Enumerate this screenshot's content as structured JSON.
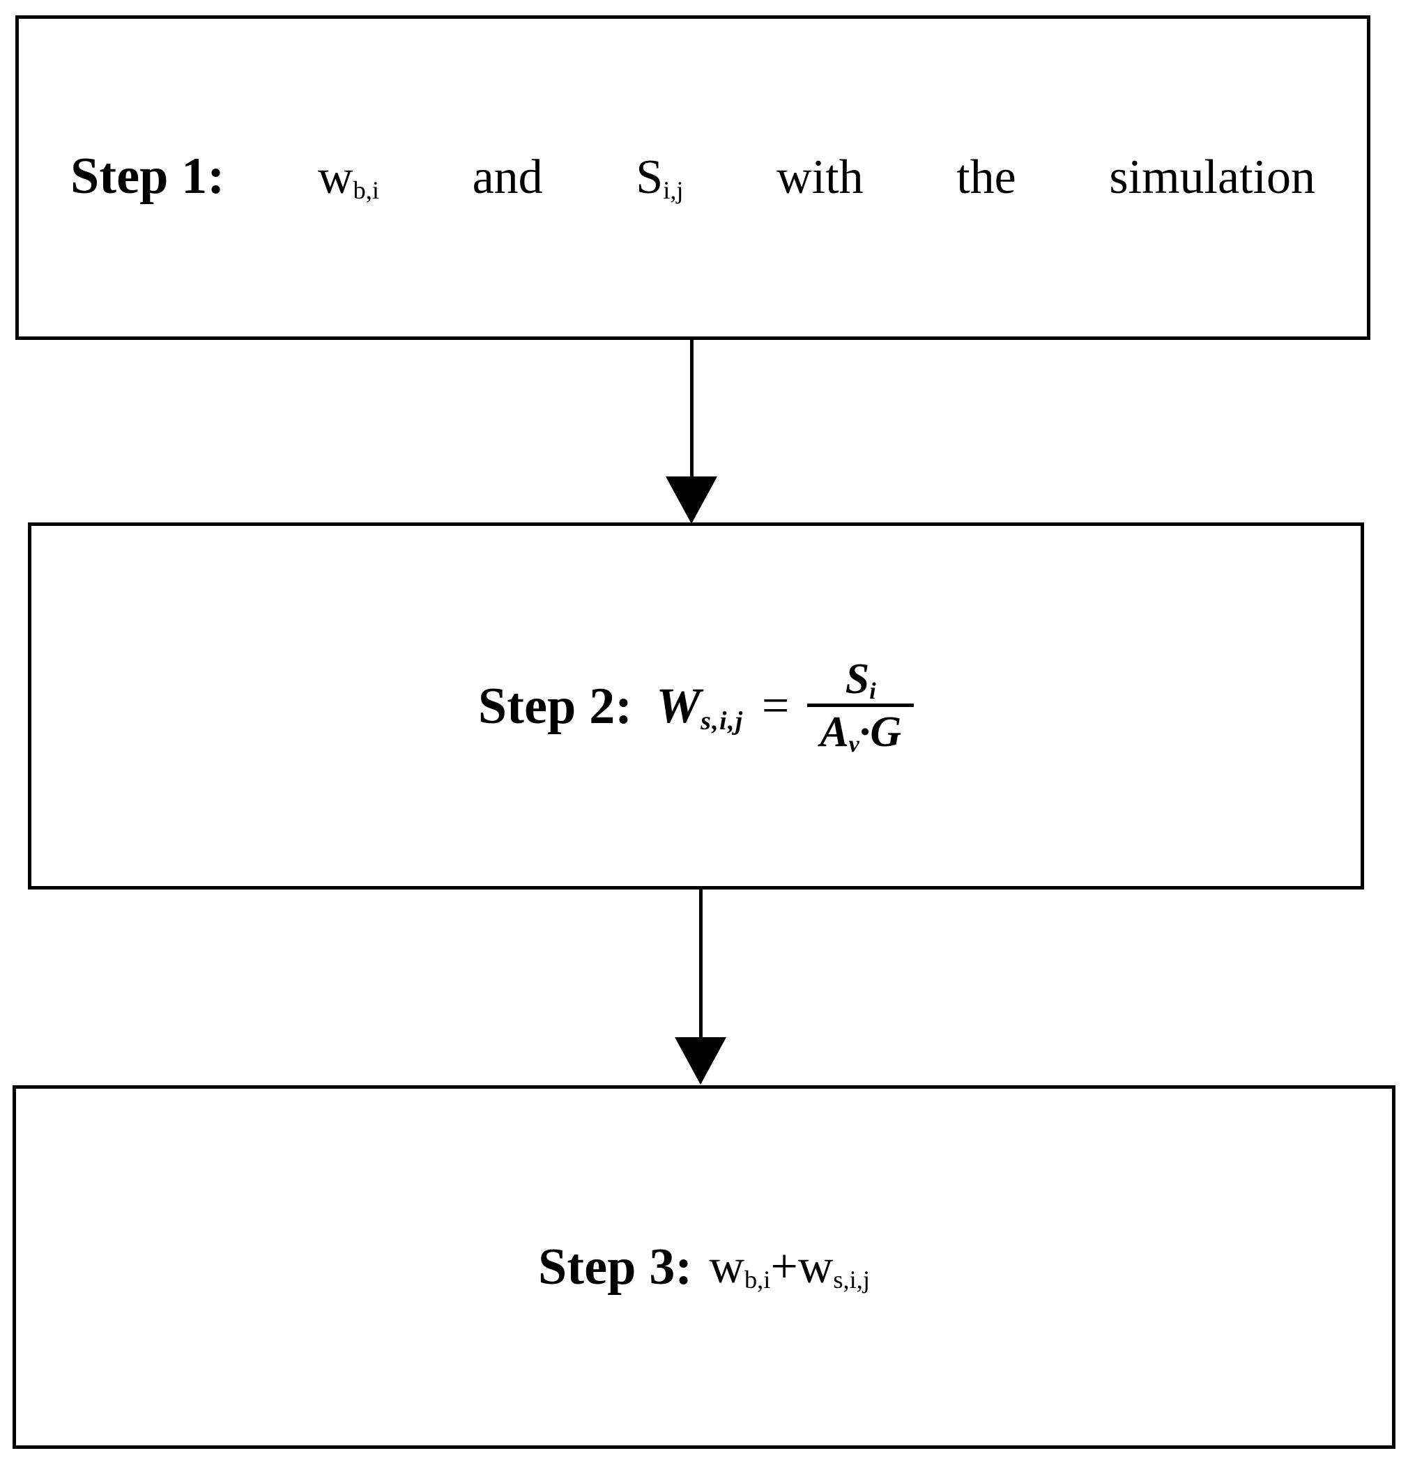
{
  "diagram": {
    "title": "Three-step calculation flowchart",
    "background_color": "#ffffff",
    "line_color": "#000000"
  },
  "nodes": [
    {
      "id": "step-1",
      "step_label": "Step 1:",
      "words": [
        "w",
        "and",
        "S",
        "with",
        "the",
        "simulation"
      ],
      "var_1_base": "w",
      "var_1_sub": "b,i",
      "conjunction": "and",
      "var_2_base": "S",
      "var_2_sub": "i,j",
      "word_with": "with",
      "word_the": "the",
      "word_simulation": "simulation",
      "full_text": "Step 1: wb,i and Si,j with the simulation"
    },
    {
      "id": "step-2",
      "step_label": "Step 2:",
      "lhs_base": "W",
      "lhs_sub": "s,i,j",
      "equals": "=",
      "numerator_base": "S",
      "numerator_sub": "i",
      "denominator_base": "A",
      "denominator_sub": "v",
      "denominator_dot": "·",
      "denominator_tail": "G",
      "full_text": "Step 2: Ws,i,j = Si / (Av·G)"
    },
    {
      "id": "step-3",
      "step_label": "Step 3:",
      "term_1_base": "w",
      "term_1_sub": "b,i",
      "operator": "+",
      "term_2_base": "w",
      "term_2_sub": "s,i,j",
      "full_text": "Step 3: wb,i+ws,i,j"
    }
  ],
  "connectors": [
    {
      "id": "arrow-step1-step2",
      "from": "step-1",
      "to": "step-2",
      "direction": "down",
      "arrowhead": "filled-triangle"
    },
    {
      "id": "arrow-step2-step3",
      "from": "step-2",
      "to": "step-3",
      "direction": "down",
      "arrowhead": "filled-triangle"
    }
  ]
}
